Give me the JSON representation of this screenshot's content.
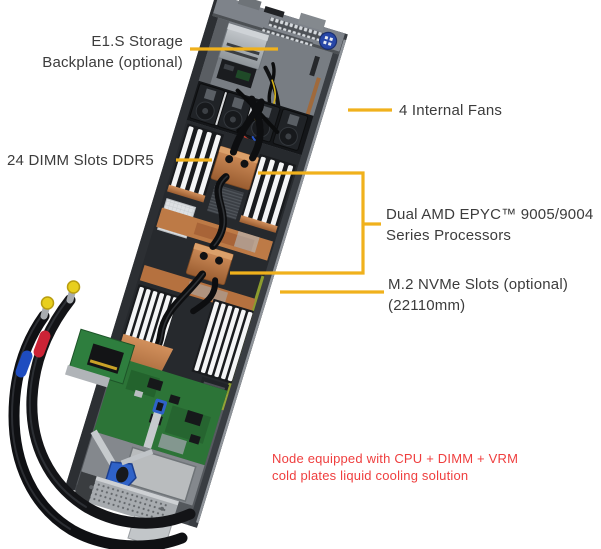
{
  "figure": {
    "description": "Top view of a liquid-cooled dual-processor server node with callout annotations",
    "background": "#ffffff"
  },
  "callouts": {
    "e1s": {
      "lines": [
        "E1.S Storage",
        "Backplane (optional)"
      ]
    },
    "fans": {
      "lines": [
        "4 Internal Fans"
      ]
    },
    "dimm": {
      "lines": [
        "24 DIMM Slots DDR5"
      ]
    },
    "cpu": {
      "lines": [
        "Dual AMD EPYC™ 9005/9004",
        "Series Processors"
      ]
    },
    "m2": {
      "lines": [
        "M.2 NVMe Slots (optional)",
        "(22110mm)"
      ]
    }
  },
  "note": {
    "lines": [
      "Node equipped with CPU + DIMM + VRM",
      "cold plates liquid cooling solution"
    ],
    "color": "#ef3e3e"
  },
  "style": {
    "callout_line_color": "#F0B11C",
    "label_text_color": "#3c3c3c",
    "chassis_rail": "#44484d",
    "chassis_floor": "#55595e",
    "copper": "#bd7a46",
    "dimm_slot_white": "#f4f5f6",
    "pcb_green": "#2c7437",
    "hose_black": "#131417",
    "fitting_cap_yellow": "#e8cf1d",
    "band_red": "#cc2336",
    "band_blue": "#1e4cc0",
    "latch_blue": "#2f62c8",
    "badge_blue": "#2747a8"
  }
}
